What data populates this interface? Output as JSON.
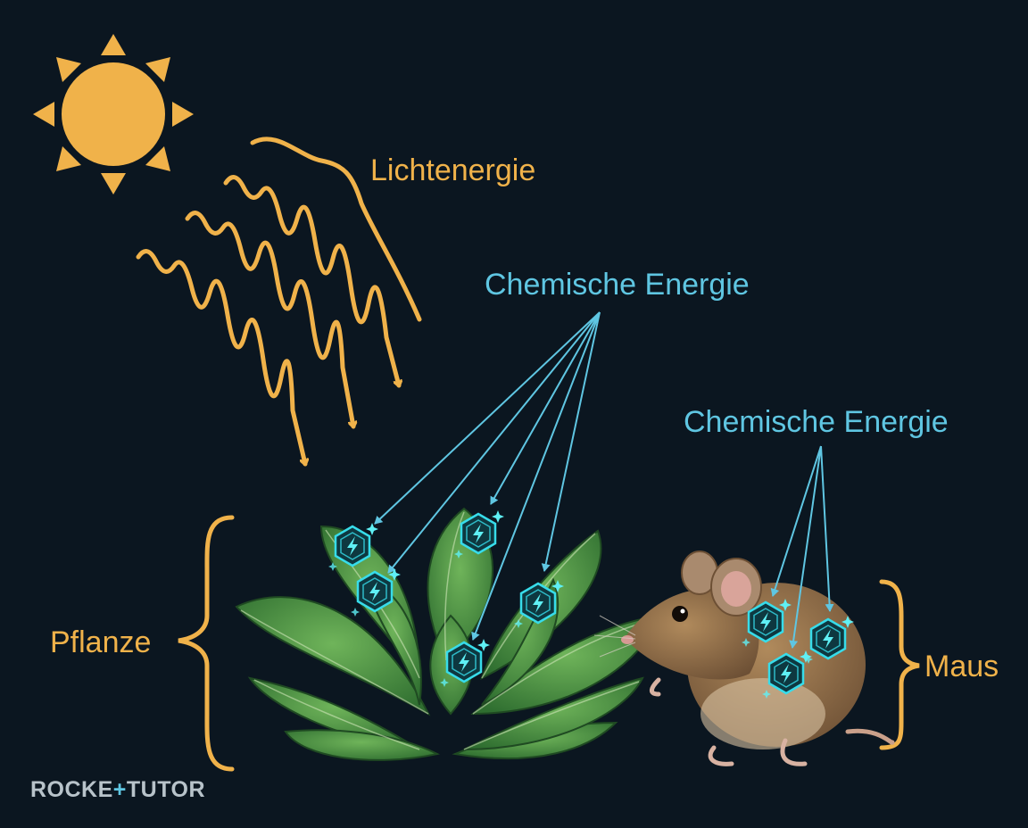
{
  "labels": {
    "light_energy": "Lichtenergie",
    "chemical_energy_plant": "Chemische Energie",
    "chemical_energy_mouse": "Chemische Energie",
    "plant": "Pflanze",
    "mouse": "Maus"
  },
  "brand": {
    "part1": "ROCKE",
    "plus": "+",
    "part2": "TUTOR"
  },
  "colors": {
    "background": "#0b1620",
    "sun": "#f0b24a",
    "light_rays": "#f0b24a",
    "chemical_arrows": "#5fc6e2",
    "energy_icons": "#37dcea",
    "leaf": "#3f8a3c",
    "mouse_fur": "#8a6a45"
  },
  "icons": [
    "sun-icon",
    "energy-bolt-icon"
  ]
}
